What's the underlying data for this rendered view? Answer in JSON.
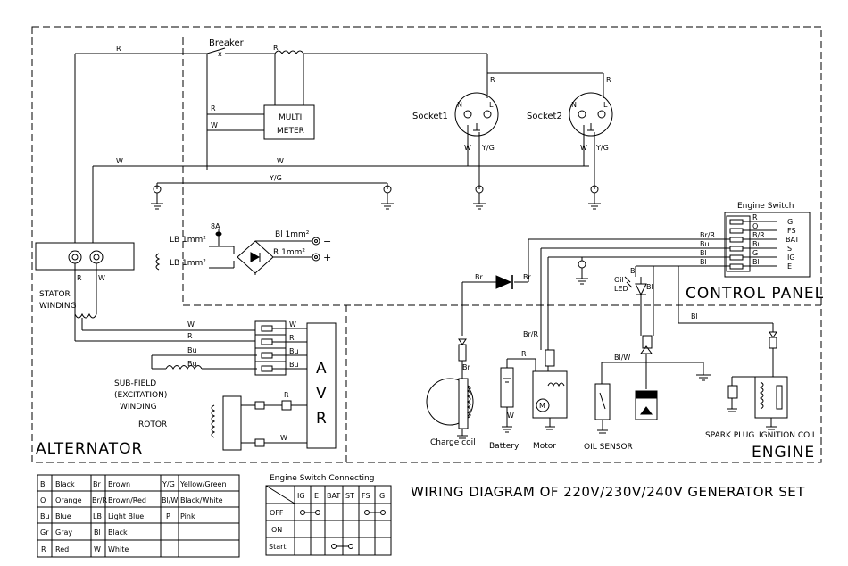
{
  "labels": {
    "breaker": "Breaker",
    "multi_meter_1": "MULTI",
    "multi_meter_2": "METER",
    "socket1": "Socket1",
    "socket2": "Socket2",
    "stator_1": "STATOR",
    "stator_2": "WINDING",
    "subfield_1": "SUB-FIELD",
    "subfield_2": "(EXCITATION)",
    "subfield_3": "WINDING",
    "rotor": "ROTOR",
    "alternator": "ALTERNATOR",
    "avr_a": "A",
    "avr_v": "V",
    "avr_r": "R",
    "engine_switch": "Engine Switch",
    "control_panel": "CONTROL  PANEL",
    "oil_led_1": "Oil",
    "oil_led_2": "LED",
    "charge_coil": "Charge coil",
    "battery": "Battery",
    "motor": "Motor",
    "oil_sensor": "OIL SENSOR",
    "spark_plug": "SPARK PLUG",
    "ignition_coil": "IGNITION COIL",
    "engine": "ENGINE",
    "fuse": "8A",
    "lb1": "LB 1mm²",
    "lb2": "LB 1mm²",
    "bl1": "Bl 1mm²",
    "r1": "R 1mm²",
    "minus": "−",
    "plus": "+",
    "diagram_title": "WIRING DIAGRAM OF 220V/230V/240V GENERATOR SET"
  },
  "wire_codes": {
    "r_top": "R",
    "r_breaker": "R",
    "r_coil": "R",
    "w_meter": "W",
    "w_main": "W",
    "w_left": "W",
    "yg": "Y/G",
    "s1_r": "R",
    "s1_w": "W",
    "s1_yg": "Y/G",
    "s1_n": "N",
    "s1_l": "L",
    "s2_r": "R",
    "s2_w": "W",
    "s2_yg": "Y/G",
    "s2_n": "N",
    "s2_l": "L",
    "stator_r": "R",
    "stator_w": "W",
    "avr_w1": "W",
    "avr_w2": "W",
    "avr_r1": "R",
    "avr_r2": "R",
    "avr_bu1": "Bu",
    "avr_bu2": "Bu",
    "avr_bu3": "Bu",
    "avr_bu4": "Bu",
    "rotor_r": "R",
    "rotor_w": "W",
    "br1": "Br",
    "br2": "Br",
    "br_down": "Br",
    "brr": "Br/R",
    "brr2": "Br/R",
    "bu_sw": "Bu",
    "bl_sw1": "Bl",
    "bl_sw2": "Bl",
    "bl_led1": "Bl",
    "bl_led2": "Bl",
    "bl_ign": "Bl",
    "blw": "Bl/W",
    "bat_r": "R",
    "bat_w": "W",
    "es_r": "R",
    "es_o": "O",
    "es_br": "B/R",
    "es_bu": "Bu",
    "es_g": "G",
    "es_bl": "Bl",
    "es_tG": "G",
    "es_tFS": "FS",
    "es_tBAT": "BAT",
    "es_tST": "ST",
    "es_tIG": "IG",
    "es_tE": "E"
  },
  "color_legend": [
    {
      "code": "Bl",
      "name": "Black"
    },
    {
      "code": "Br",
      "name": "Brown"
    },
    {
      "code": "Y/G",
      "name": "Yellow/Green"
    },
    {
      "code": "O",
      "name": "Orange"
    },
    {
      "code": "Br/R",
      "name": "Brown/Red"
    },
    {
      "code": "Bl/W",
      "name": "Black/White"
    },
    {
      "code": "Bu",
      "name": "Blue"
    },
    {
      "code": "LB",
      "name": "Light Blue"
    },
    {
      "code": "P",
      "name": "Pink"
    },
    {
      "code": "Gr",
      "name": "Gray"
    },
    {
      "code": "Bl",
      "name": "Black"
    },
    {
      "code": "R",
      "name": "Red"
    },
    {
      "code": "W",
      "name": "White"
    }
  ],
  "switch_table": {
    "title": "Engine Switch  Connecting",
    "columns": [
      "IG",
      "E",
      "BAT",
      "ST",
      "FS",
      "G"
    ],
    "rows": [
      "OFF",
      "ON",
      "Start"
    ]
  }
}
